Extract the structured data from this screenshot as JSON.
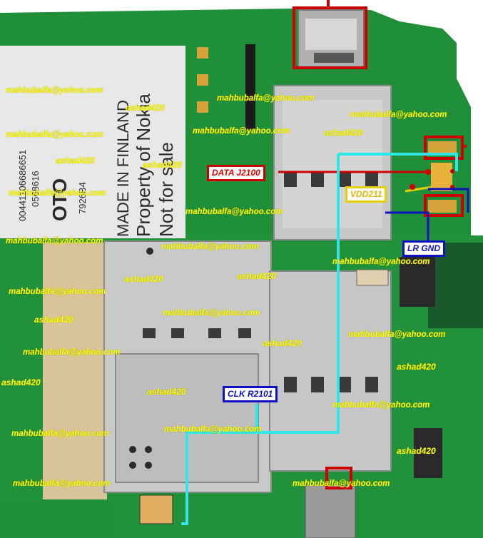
{
  "sticker": {
    "line1": "MADE IN FINLAND",
    "line2": "Property of Nokia",
    "line3": "Not for sale",
    "small1": "00441106686651",
    "small2": "0568616",
    "small3": "OTO",
    "small4": "7926B4"
  },
  "labels": {
    "data": "DATA J2100",
    "vdd": "VDD211",
    "lr_gnd": "LR GND",
    "clk": "CLK R2101"
  },
  "watermarks": {
    "email": "mahbubalfa@yahoo.com",
    "name": "ashad420"
  },
  "colors": {
    "board": "#1f8f3a",
    "trace_cyan": "#33e6e6",
    "marker_red": "#cc0000",
    "marker_blue": "#1010c0",
    "marker_yellow": "#e6d000"
  }
}
